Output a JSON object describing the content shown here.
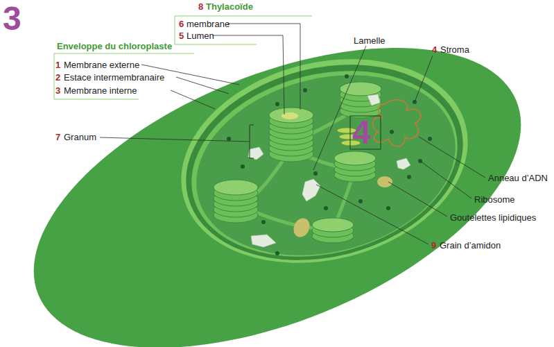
{
  "diagram": {
    "labels": [
      "3",
      "8",
      "Thylacoïde",
      "6",
      "membrane",
      "5",
      "Lumen",
      "Enveloppe du chloroplaste",
      "1",
      "Membrane externe",
      "2",
      "Estace intermembranaire",
      "3",
      "Membrane interne",
      "Lamelle",
      "4",
      "Stroma",
      "7",
      "Granum",
      "4",
      "Anneau d’ADN",
      "Ribosome",
      "Goutelettes lipidiques",
      "9",
      "Grain d’amidon"
    ]
  }
}
